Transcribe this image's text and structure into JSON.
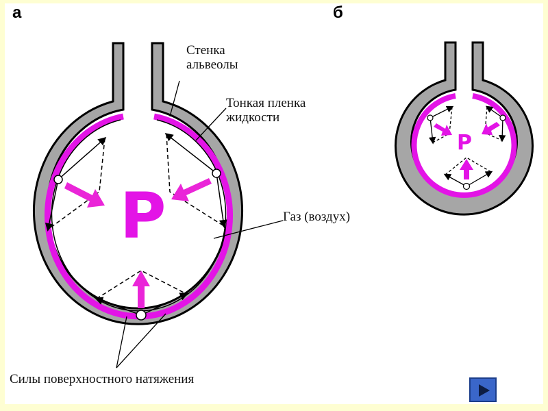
{
  "panels": {
    "a": "а",
    "b": "б"
  },
  "labels": {
    "wall": [
      "Стенка",
      "альвеолы"
    ],
    "film": [
      "Тонкая пленка",
      "жидкости"
    ],
    "gas": "Газ (воздух)",
    "tension": "Силы поверхностного натяжения"
  },
  "pressure_symbol": "P",
  "colors": {
    "wall": "#a6a6a6",
    "film": "#e314e6",
    "arrow": "#ea25d8",
    "background": "#fefed2"
  },
  "nav": {
    "icon": "play-next-icon"
  }
}
